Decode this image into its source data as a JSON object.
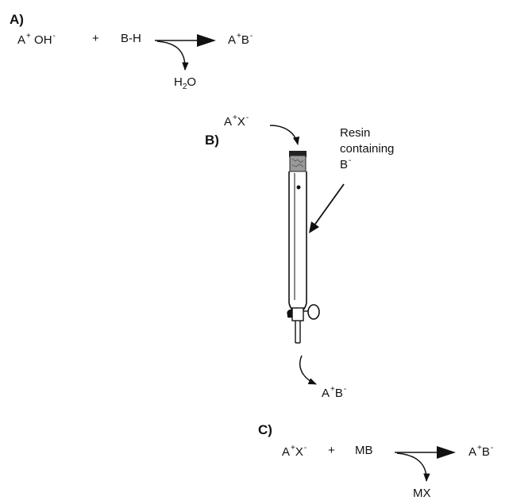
{
  "labels": {
    "a": "A)",
    "b": "B)",
    "c": "C)"
  },
  "scheme_a": {
    "reactant1": {
      "base": "A",
      "sup": "+",
      "base2": " OH",
      "sup2": "-"
    },
    "plus": "+",
    "reactant2": "B-H",
    "product": {
      "base": "A",
      "sup": "+",
      "base2": "B",
      "sup2": "-"
    },
    "byproduct": {
      "base": "H",
      "sub": "2",
      "base2": "O"
    }
  },
  "scheme_b": {
    "input": {
      "base": "A",
      "sup": "+",
      "base2": "X",
      "sup2": "-"
    },
    "resin_label": {
      "line1": "Resin",
      "line2": "containing",
      "line3_base": "B",
      "line3_sup": "-"
    },
    "output": {
      "base": "A",
      "sup": "+",
      "base2": "B",
      "sup2": "-"
    }
  },
  "scheme_c": {
    "reactant1": {
      "base": "A",
      "sup": "+",
      "base2": "X",
      "sup2": "-"
    },
    "plus": "+",
    "reactant2": "MB",
    "product": {
      "base": "A",
      "sup": "+",
      "base2": "B",
      "sup2": "-"
    },
    "byproduct": "MX"
  }
}
